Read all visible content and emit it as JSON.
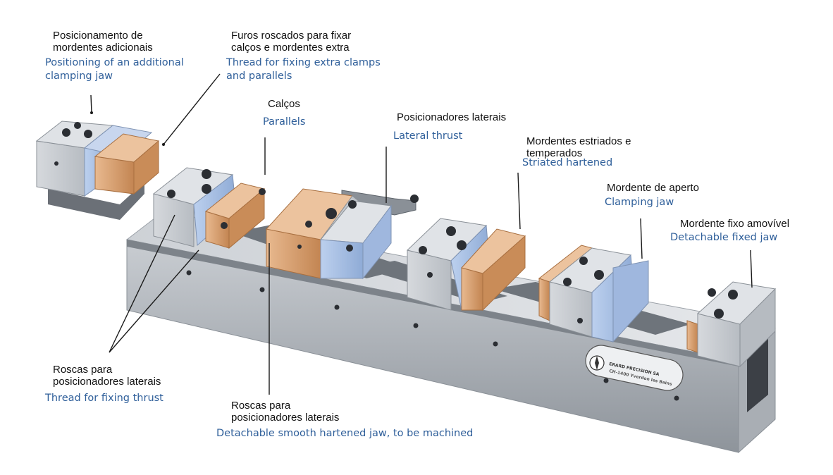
{
  "labels": {
    "additional_jaw": {
      "pt": "Posicionamento de\nmordentes adicionais",
      "en": "Positioning of an additional\nclamping jaw"
    },
    "threads_fixing": {
      "pt": "Furos roscados para fixar\ncalços e mordentes extra",
      "en": "Thread for fixing extra clamps\nand parallels"
    },
    "parallels": {
      "pt": "Calços",
      "en": "Parallels"
    },
    "lateral_thrust": {
      "pt": "Posicionadores laterais",
      "en": "Lateral thrust"
    },
    "striated": {
      "pt": "Mordentes estriados e\ntemperados",
      "en": "Striated hartened"
    },
    "clamping": {
      "pt": "Mordente de aperto",
      "en": "Clamping jaw"
    },
    "fixed_jaw": {
      "pt": "Mordente fixo amovível",
      "en": "Detachable fixed jaw"
    },
    "thread_thrust": {
      "pt": "Roscas para\nposicionadores laterais",
      "en": "Thread for fixing thrust"
    },
    "smooth_jaw": {
      "pt": "Roscas para\nposicionadores laterais",
      "en": "Detachable smooth hartened jaw, to be machined"
    }
  },
  "brand_plate": {
    "line1": "ERARD PRECISION SA",
    "line2": "CH-1400 Yverdon les Bains"
  },
  "colors": {
    "english_label": "#2f5f9a",
    "copper": "#d9a070",
    "blue_jaw": "#a8c0e4",
    "steel": "#c2c6cc"
  }
}
